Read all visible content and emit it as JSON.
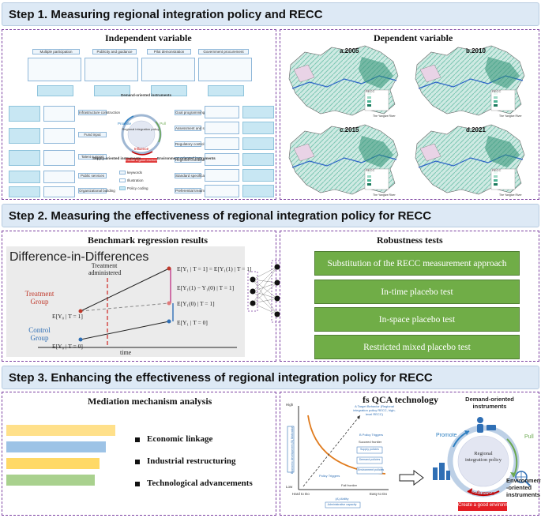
{
  "step1": {
    "title": "Step 1. Measuring regional integration policy and RECC",
    "independent_title": "Independent variable",
    "dependent_title": "Dependent variable",
    "top_headers": [
      "Multiple participation",
      "Publicity and guidance",
      "Pilot demonstration",
      "Government procurement"
    ],
    "left_headers": [
      "Infrastructure construction",
      "Fund input",
      "Talent support",
      "Public services",
      "Organizational building"
    ],
    "right_headers": [
      "Goal programming",
      "Assessment and supervision",
      "Regulatory control",
      "Regional coordination",
      "Standard specification",
      "Preferential treatment"
    ],
    "center_circle": "Regional integration policy",
    "demand_label": "Demand-oriented instruments",
    "supply_label": "Supply-oriented instruments",
    "env_label": "Environment-oriented instruments",
    "promote_label": "Promote",
    "pull_label": "Pull",
    "influence_label": "Influence",
    "create_env_label": "Create a good environment",
    "key_legend": [
      "keywords",
      "Illustration",
      "Policy coding"
    ],
    "map_labels": [
      "a.2005",
      "b.2010",
      "c.2015",
      "d.2021"
    ],
    "map_legend_title": "RECC",
    "map_legend_note": "The Yangtze River"
  },
  "step2": {
    "title": "Step 2. Measuring the effectiveness of regional integration policy for RECC",
    "benchmark_title": "Benchmark regression results",
    "robust_title": "Robustness tests",
    "did_title": "Difference-in-Differences",
    "treatment_admin": "Treatment administered",
    "treatment_group": "Treatment Group",
    "control_group": "Control Group",
    "time_label": "time",
    "eq_top": "E[Y₁ | T = 1] = E[Y₁(1) | T = 1]",
    "eq_mid": "E[Y₁(1) − Y₁(0) | T = 1]",
    "eq_cf": "E[Y₁(0) | T = 1]",
    "eq_ctrl": "E[Y₁ | T = 0]",
    "eq_y0t1": "E[Y₀ | T = 1]",
    "eq_y0t0": "E[Y₀ | T = 0]",
    "robust_tests": [
      "Substitution of the RECC measurement approach",
      "In-time placebo test",
      "In-space placebo test",
      "Restricted mixed placebo test"
    ]
  },
  "step3": {
    "title": "Step 3. Enhancing the effectiveness of regional integration policy for RECC",
    "mediation_title": "Mediation mechanism analysis",
    "fsqca_title": "fs QCA  technology",
    "mechanisms": [
      "Economic linkage",
      "Industrial restructuring",
      "Technological advancements"
    ],
    "bar_colors": [
      "#ffe08a",
      "#9dc3e6",
      "#ffd966",
      "#a9d18e"
    ],
    "bar_values": [
      0.69,
      0.63,
      0.59,
      0.56
    ],
    "qca_high": "High",
    "qca_low": "Low",
    "qca_x_left": "Hard to Do",
    "qca_x_right": "Easy to Do",
    "qca_fail": "Fail frontier",
    "qca_succeed": "Succeed frontier",
    "qca_target": "A Target Behavior (Regional integration policy RECC, high-level RECC)",
    "qca_prompt": "B Policy Triggers",
    "qca_prompt2": "Policy Triggers",
    "qca_policies": [
      "Supply policies",
      "Demand policies",
      "Environment policies"
    ],
    "qca_ability": "(A) Ability",
    "qca_admin": "Administrative capacity",
    "qca_motivation": "Economic development (B) Motivation",
    "demand_label": "Demand-oriented instruments",
    "env_label": "Environment -oriented instruments",
    "center_circle": "Regional integration policy",
    "promote_label": "Promote",
    "pull_label": "Pull",
    "influence_label": "Influence",
    "create_env_label": "Create a good environment"
  }
}
